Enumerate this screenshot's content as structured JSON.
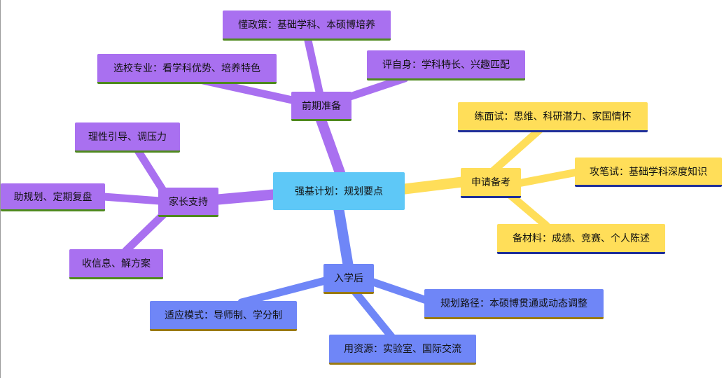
{
  "center": "强基计划：规划要点",
  "prep": {
    "label": "前期准备",
    "children": [
      "懂政策：基础学科、本硕博培养",
      "评自身：学科特长、兴趣匹配",
      "选校专业：看学科优势、培养特色"
    ]
  },
  "apply": {
    "label": "申请备考",
    "children": [
      "练面试：思维、科研潜力、家国情怀",
      "攻笔试：基础学科深度知识",
      "备材料：成绩、竞赛、个人陈述"
    ]
  },
  "after": {
    "label": "入学后",
    "children": [
      "规划路径：本硕博贯通或动态调整",
      "用资源：实验室、国际交流",
      "适应模式：导师制、学分制"
    ]
  },
  "parents": {
    "label": "家长支持",
    "children": [
      "理性引导、调压力",
      "助规划、定期复盘",
      "收信息、解方案"
    ]
  },
  "colors": {
    "purple": "#a970f0",
    "yellow": "#ffde59",
    "blue": "#6f86f7",
    "center": "#5ec8f7"
  }
}
